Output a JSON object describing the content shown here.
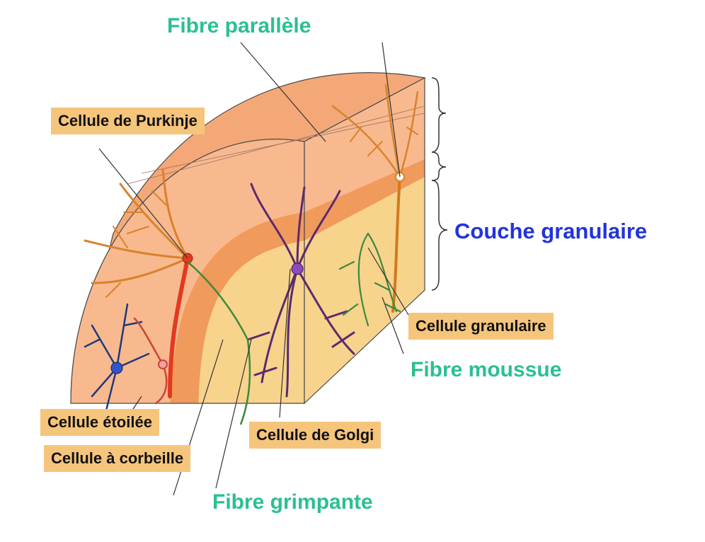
{
  "labels": {
    "fibre_parallele": "Fibre parallèle",
    "cellule_purkinje": "Cellule de Purkinje",
    "couche_granulaire": "Couche granulaire",
    "cellule_granulaire": "Cellule granulaire",
    "fibre_moussue": "Fibre moussue",
    "cellule_etoilee": "Cellule étoilée",
    "cellule_corbeille": "Cellule à corbeille",
    "cellule_golgi": "Cellule de Golgi",
    "fibre_grimpante": "Fibre grimpante"
  },
  "colors": {
    "label_box": "#f6c57c",
    "fiber_text": "#2bbf94",
    "layer_text": "#2233dd",
    "molecular_layer": "#f8b98f",
    "purkinje_layer": "#f09a5c",
    "granular_layer": "#f7d38c",
    "purkinje_cell": "#e23a1e",
    "golgi_cell": "#5b2a6f",
    "stellate_cell": "#1f3a7a",
    "mossy_fiber": "#3b8a3b"
  },
  "icons": {
    "tissue": "cerebellum-tissue-block-icon"
  }
}
